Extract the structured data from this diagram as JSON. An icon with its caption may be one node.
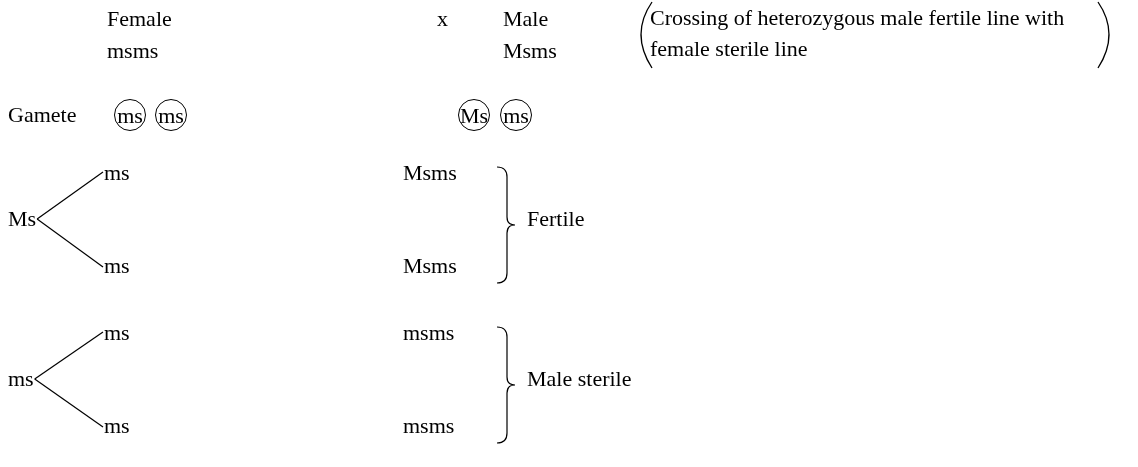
{
  "diagram": {
    "nodes": [
      {
        "text": [
          "ms"
        ]
      },
      {
        "text": [
          "ms"
        ]
      },
      {
        "text": [
          "Ms"
        ]
      },
      {
        "text": [
          "ms"
        ]
      },
      {
        "text": [
          "Ms"
        ]
      },
      {
        "text": [
          "ms"
        ]
      },
      {
        "text": [
          "ms"
        ]
      },
      {
        "text": [
          "ms"
        ]
      },
      {
        "text": [
          "ms"
        ]
      },
      {
        "text": [
          "ms"
        ]
      }
    ],
    "edges": [
      {
        "from": 4,
        "to": 5,
        "arrow": "none"
      },
      {
        "from": 4,
        "to": 6,
        "arrow": "none"
      },
      {
        "from": 7,
        "to": 8,
        "arrow": "none"
      },
      {
        "from": 7,
        "to": 9,
        "arrow": "none"
      }
    ],
    "labels": [
      "Female",
      "x",
      "Male",
      "Crossing of heterozygous male fertile line with female sterile line",
      "msms",
      "Msms",
      "Gamete",
      "Msms",
      "Fertile",
      "Msms",
      "msms",
      "Male sterile",
      "msms"
    ]
  }
}
